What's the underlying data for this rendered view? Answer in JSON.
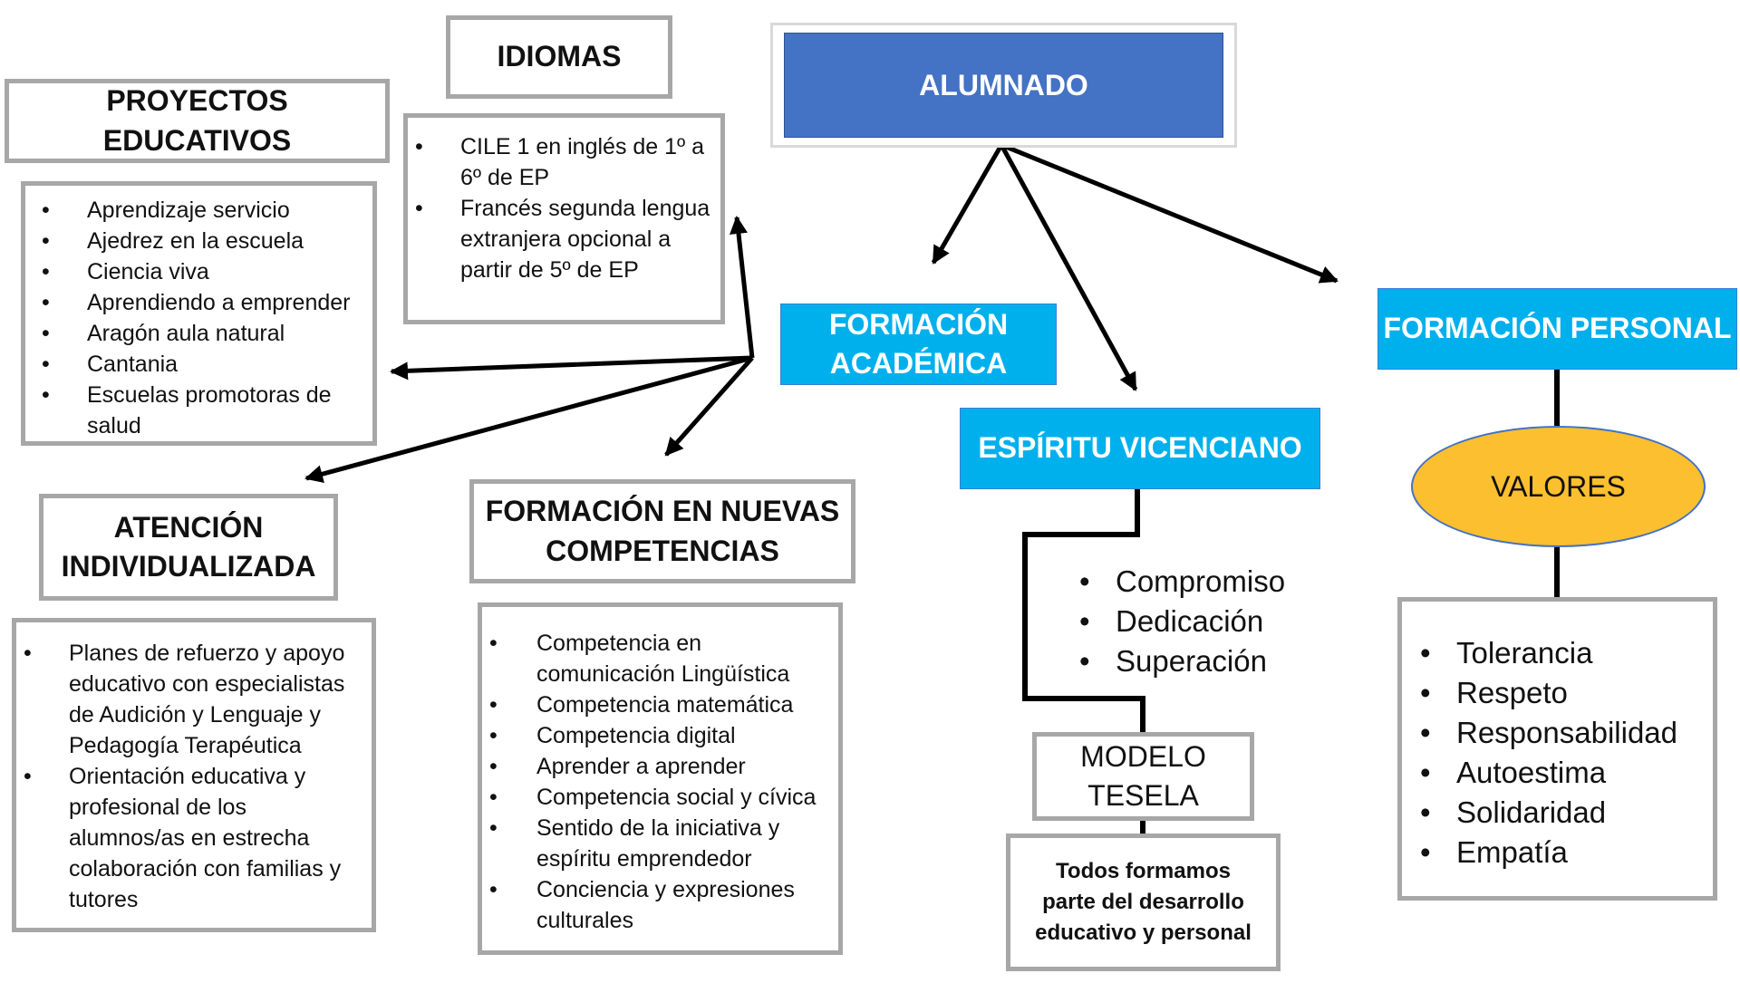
{
  "alumnado": "ALUMNADO",
  "formacion_academica": {
    "line1": "FORMACIÓN",
    "line2": "ACADÉMICA"
  },
  "formacion_personal": "FORMACIÓN PERSONAL",
  "espiritu_vicenciano": "ESPÍRITU VICENCIANO",
  "valores": "VALORES",
  "idiomas": {
    "title": "IDIOMAS",
    "items": [
      "CILE 1 en inglés de 1º a 6º de EP",
      "Francés segunda lengua extranjera opcional a partir de 5º de EP"
    ]
  },
  "proyectos_educativos": {
    "title": "PROYECTOS EDUCATIVOS",
    "items": [
      "Aprendizaje servicio",
      "Ajedrez en la escuela",
      "Ciencia viva",
      "Aprendiendo a emprender",
      "Aragón aula natural",
      "Cantania",
      "Escuelas promotoras de salud"
    ]
  },
  "atencion_individualizada": {
    "title_line1": "ATENCIÓN",
    "title_line2": "INDIVIDUALIZADA",
    "items": [
      "Planes de refuerzo y apoyo educativo con especialistas de Audición y Lenguaje y Pedagogía Terapéutica",
      "Orientación educativa y profesional de los alumnos/as en estrecha colaboración con familias y tutores"
    ]
  },
  "nuevas_competencias": {
    "title_line1": "FORMACIÓN EN NUEVAS",
    "title_line2": "COMPETENCIAS",
    "items": [
      "Competencia en comunicación Lingüística",
      "Competencia matemática",
      "Competencia digital",
      "Aprender a aprender",
      "Competencia social y cívica",
      "Sentido de la iniciativa y espíritu emprendedor",
      "Conciencia y expresiones culturales"
    ]
  },
  "vicenciano_valores": [
    "Compromiso",
    "Dedicación",
    "Superación"
  ],
  "modelo_tesela": {
    "line1": "MODELO",
    "line2": "TESELA"
  },
  "todos_formamos": {
    "line1": "Todos formamos",
    "line2": "parte del desarrollo",
    "line3": "educativo y personal"
  },
  "valores_items": [
    "Tolerancia",
    "Respeto",
    "Responsabilidad",
    "Autoestima",
    "Solidaridad",
    "Empatía"
  ],
  "colors": {
    "alumnado_fill": "#4472c4",
    "blue_box": "#00b0ec",
    "valores_fill": "#fbbf2f",
    "box_border": "#a7a7a7",
    "arrow": "#000000"
  }
}
